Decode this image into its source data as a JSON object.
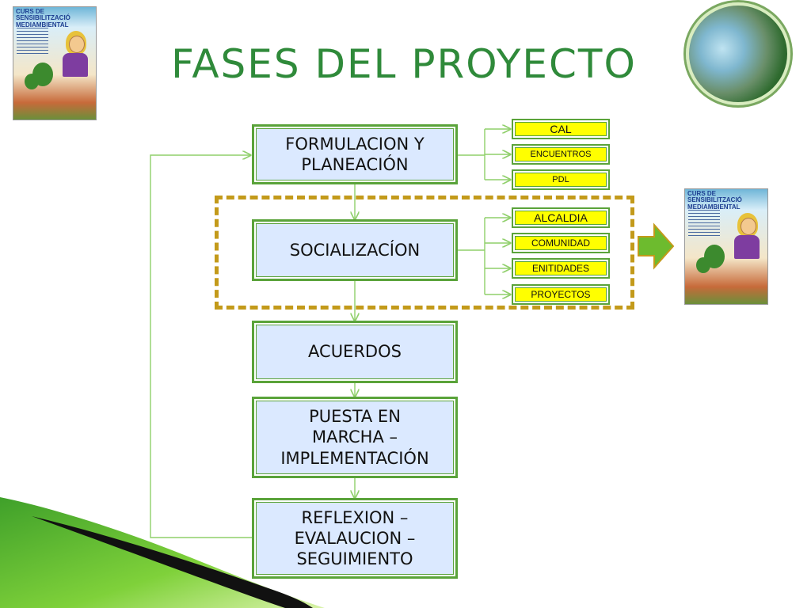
{
  "title": "FASES DEL PROYECTO",
  "phases": [
    "FORMULACION Y\nPLANEACIÓN",
    "SOCIALIZACÍON",
    "ACUERDOS",
    "PUESTA EN\nMARCHA –\nIMPLEMENTACIÓN",
    "REFLEXION –\nEVALAUCION –\nSEGUIMIENTO"
  ],
  "formulacion_children": [
    "CAL",
    "ENCUENTROS",
    "PDL"
  ],
  "socializacion_children": [
    "ALCALDIA",
    "COMUNIDAD",
    "ENITIDADES",
    "PROYECTOS"
  ],
  "poster": {
    "title": "CURS DE SENSIBILITZACIÓ\nMEDIAMBIENTAL"
  },
  "colors": {
    "title": "#2f8a3a",
    "box_fill": "#dbe9ff",
    "box_border": "#5aa33a",
    "highlight": "#ffff00",
    "dashed": "#c39a1a",
    "connector": "#8fcf6a"
  }
}
